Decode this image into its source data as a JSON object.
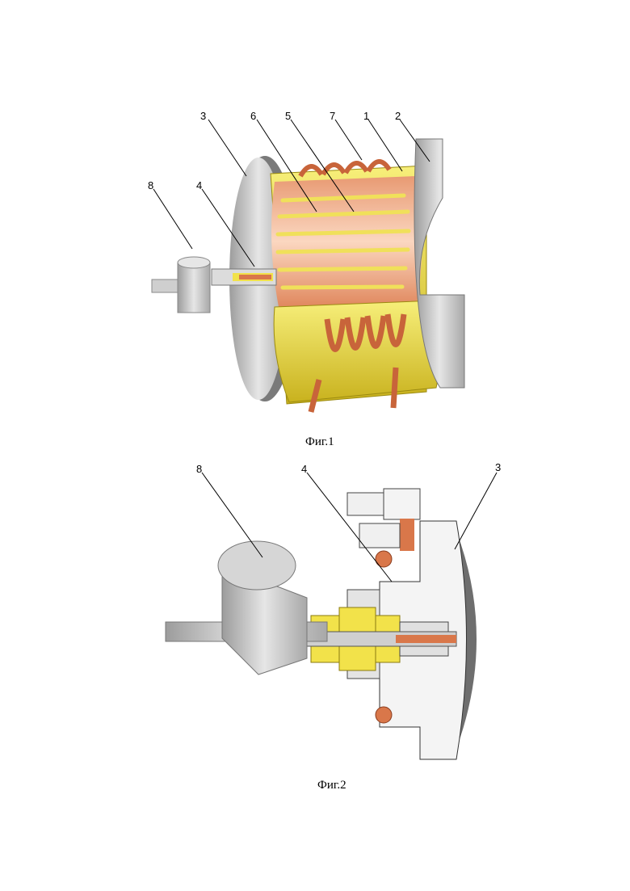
{
  "figures": [
    {
      "id": "fig1",
      "caption": "Фиг.1",
      "labels": [
        "3",
        "6",
        "5",
        "7",
        "1",
        "2",
        "8",
        "4"
      ]
    },
    {
      "id": "fig2",
      "caption": "Фиг.2",
      "labels": [
        "8",
        "4",
        "3"
      ]
    }
  ],
  "colors": {
    "yellow": "#f2e24a",
    "copper": "#d9774a",
    "grey": "#c8c8c8",
    "dark_grey": "#6e6e6e"
  }
}
